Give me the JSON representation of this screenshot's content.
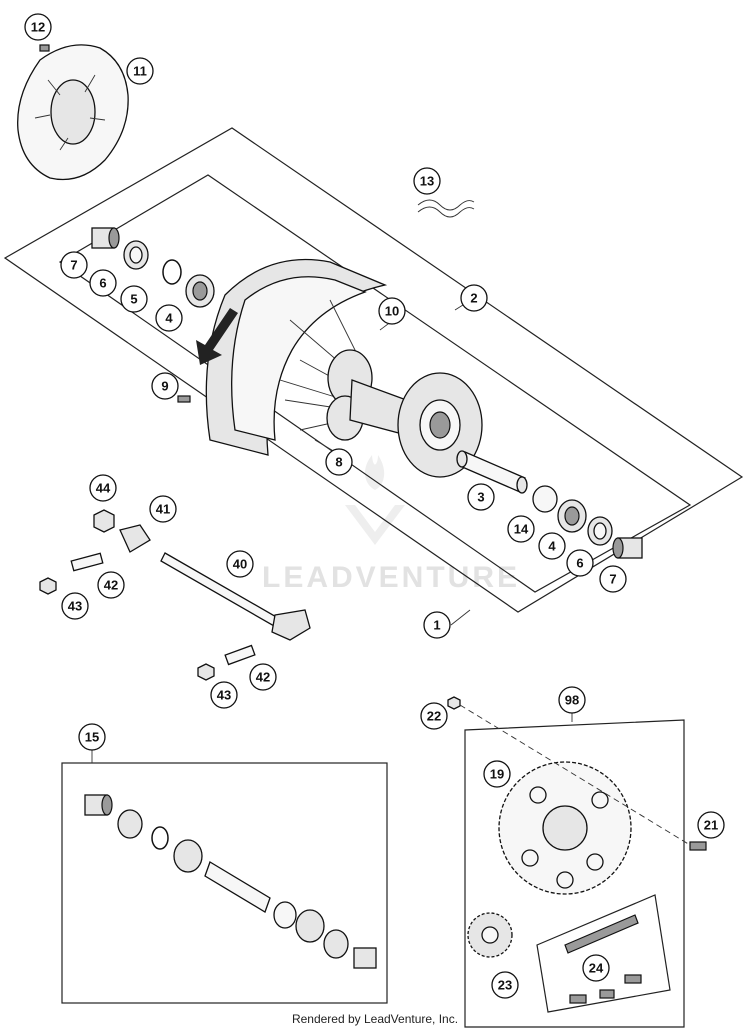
{
  "diagram": {
    "watermark": "LEADVENTURE",
    "footer": "Rendered by LeadVenture, Inc.",
    "callouts": {
      "c12": "12",
      "c11": "11",
      "c13": "13",
      "c7a": "7",
      "c6a": "6",
      "c5": "5",
      "c4a": "4",
      "c10": "10",
      "c2": "2",
      "c9": "9",
      "c8": "8",
      "c3": "3",
      "c14": "14",
      "c4b": "4",
      "c6b": "6",
      "c7b": "7",
      "c44": "44",
      "c41": "41",
      "c42a": "42",
      "c43a": "43",
      "c40": "40",
      "c1": "1",
      "c42b": "42",
      "c43b": "43",
      "c15": "15",
      "c98": "98",
      "c22": "22",
      "c19": "19",
      "c21": "21",
      "c23": "23",
      "c24": "24"
    }
  }
}
